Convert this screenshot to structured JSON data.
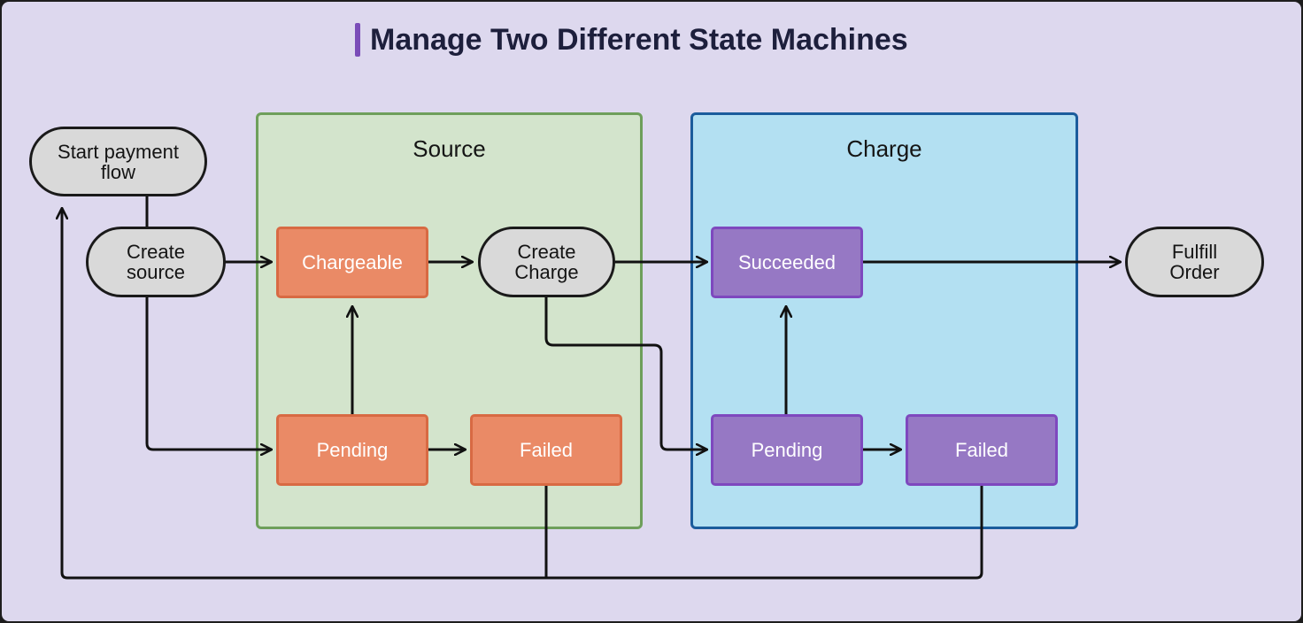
{
  "title": "Manage Two Different State Machines",
  "colors": {
    "background": "#ddd8ee",
    "title_accent": "#7a4cb8",
    "source_group_fill": "#d3e4cc",
    "source_group_border": "#6e9f5b",
    "charge_group_fill": "#b3e0f2",
    "charge_group_border": "#1b5c9c",
    "source_state_fill": "#ea8a66",
    "charge_state_fill": "#9678c4"
  },
  "groups": {
    "source": {
      "label": "Source"
    },
    "charge": {
      "label": "Charge"
    }
  },
  "nodes": {
    "start": "Start payment\nflow",
    "create_source": "Create\nsource",
    "create_charge": "Create\nCharge",
    "fulfill": "Fulfill\nOrder"
  },
  "source_states": {
    "chargeable": "Chargeable",
    "pending": "Pending",
    "failed": "Failed"
  },
  "charge_states": {
    "succeeded": "Succeeded",
    "pending": "Pending",
    "failed": "Failed"
  }
}
